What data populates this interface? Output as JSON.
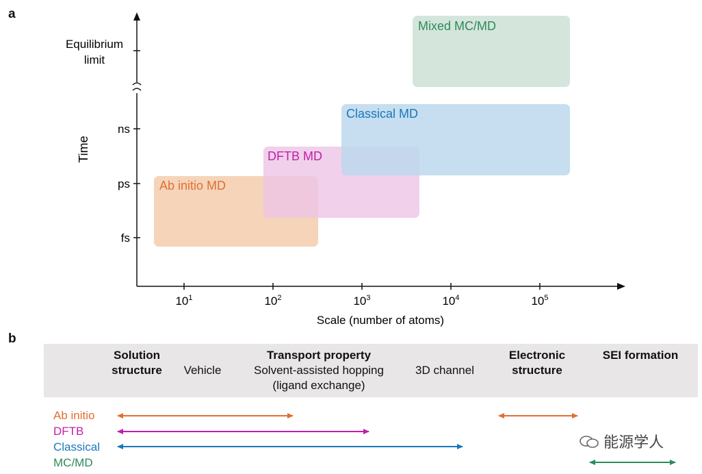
{
  "panel_a": {
    "letter": "a",
    "y_axis_title": "Time",
    "x_axis_title": "Scale (number of atoms)",
    "y_ticks": [
      "fs",
      "ps",
      "ns"
    ],
    "y_upper_label_line1": "Equilibrium",
    "y_upper_label_line2": "limit",
    "x_ticks": [
      "10^1",
      "10^2",
      "10^3",
      "10^4",
      "10^5"
    ],
    "regions": [
      {
        "name": "Ab initio MD",
        "atoms_min": 5,
        "atoms_max": 300,
        "time_min": "fs",
        "time_max": "ps",
        "color": "#f4cfb3",
        "label_color": "#e07030"
      },
      {
        "name": "DFTB MD",
        "atoms_min": 80,
        "atoms_max": 4000,
        "time_min": "fs",
        "time_max": "ps",
        "color": "#eec4e6",
        "label_color": "#c020a8"
      },
      {
        "name": "Classical MD",
        "atoms_min": 600,
        "atoms_max": 200000,
        "time_min": "ps",
        "time_max": "ns",
        "color": "#bcd8ec",
        "label_color": "#1a78bb"
      },
      {
        "name": "Mixed MC/MD",
        "atoms_min": 4000,
        "atoms_max": 200000,
        "time_min": "ns",
        "time_max": "Equilibrium limit",
        "color": "#cde1d6",
        "label_color": "#2e8a5a"
      }
    ]
  },
  "panel_b": {
    "letter": "b",
    "headers": {
      "solution_structure_1": "Solution",
      "solution_structure_2": "structure",
      "vehicle": "Vehicle",
      "transport_property": "Transport property",
      "solvent_hopping": "Solvent-assisted hopping",
      "ligand_exchange": "(ligand exchange)",
      "channel_3d": "3D channel",
      "electronic_structure_1": "Electronic",
      "electronic_structure_2": "structure",
      "sei_formation": "SEI formation"
    },
    "methods": [
      {
        "label": "Ab initio",
        "color": "#e07030"
      },
      {
        "label": "DFTB",
        "color": "#c020a8"
      },
      {
        "label": "Classical",
        "color": "#1a78bb"
      },
      {
        "label": "MC/MD",
        "color": "#2e8a5a"
      }
    ],
    "watermark": "能源学人"
  }
}
